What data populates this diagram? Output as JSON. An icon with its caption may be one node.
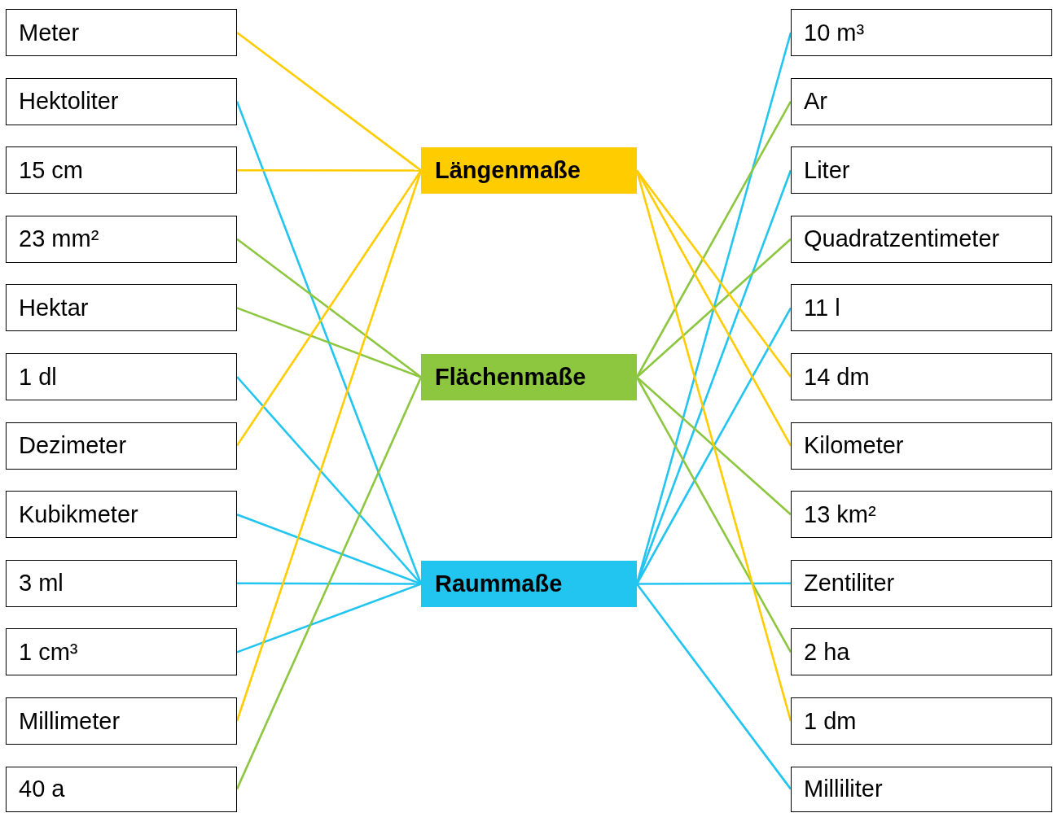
{
  "diagram": {
    "nodes": [
      {
        "text": [
          "Meter"
        ]
      },
      {
        "text": [
          "Hektoliter"
        ]
      },
      {
        "text": [
          "15 cm"
        ]
      },
      {
        "text": [
          "23 mm²"
        ]
      },
      {
        "text": [
          "Hektar"
        ]
      },
      {
        "text": [
          "1 dl"
        ]
      },
      {
        "text": [
          "Dezimeter"
        ]
      },
      {
        "text": [
          "Kubikmeter"
        ]
      },
      {
        "text": [
          "3 ml"
        ]
      },
      {
        "text": [
          "1 cm³"
        ]
      },
      {
        "text": [
          "Millimeter"
        ]
      },
      {
        "text": [
          "40 a"
        ]
      },
      {
        "text": [
          "Längenmaße"
        ]
      },
      {
        "text": [
          "Flächenmaße"
        ]
      },
      {
        "text": [
          "Raummaße"
        ]
      },
      {
        "text": [
          "10 m³"
        ]
      },
      {
        "text": [
          "Ar"
        ]
      },
      {
        "text": [
          "Liter"
        ]
      },
      {
        "text": [
          "Quadratzentimeter"
        ]
      },
      {
        "text": [
          "11 l"
        ]
      },
      {
        "text": [
          "14 dm"
        ]
      },
      {
        "text": [
          "Kilometer"
        ]
      },
      {
        "text": [
          "13 km²"
        ]
      },
      {
        "text": [
          "Zentiliter"
        ]
      },
      {
        "text": [
          "2 ha"
        ]
      },
      {
        "text": [
          "1 dm"
        ]
      },
      {
        "text": [
          "Milliliter"
        ]
      }
    ],
    "edges": [
      {
        "from": 0,
        "to": 12,
        "arrow": "none",
        "color": "#ffcc00"
      },
      {
        "from": 1,
        "to": 14,
        "arrow": "none"
      },
      {
        "from": 2,
        "to": 12,
        "arrow": "none",
        "color": "#ffcc00"
      },
      {
        "from": 3,
        "to": 13,
        "arrow": "none",
        "color": "#8dc63f"
      },
      {
        "from": 4,
        "to": 13,
        "arrow": "none",
        "color": "#8dc63f"
      },
      {
        "from": 5,
        "to": 14,
        "arrow": "none"
      },
      {
        "from": 6,
        "to": 12,
        "arrow": "none",
        "color": "#ffcc00"
      },
      {
        "from": 7,
        "to": 14,
        "arrow": "none"
      },
      {
        "from": 8,
        "to": 14,
        "arrow": "none"
      },
      {
        "from": 9,
        "to": 14,
        "arrow": "none"
      },
      {
        "from": 10,
        "to": 12,
        "arrow": "none",
        "color": "#ffcc00"
      },
      {
        "from": 11,
        "to": 13,
        "arrow": "none",
        "color": "#8dc63f"
      },
      {
        "from": 15,
        "to": 14,
        "arrow": "none"
      },
      {
        "from": 16,
        "to": 13,
        "arrow": "none",
        "color": "#8dc63f"
      },
      {
        "from": 17,
        "to": 14,
        "arrow": "none"
      },
      {
        "from": 18,
        "to": 13,
        "arrow": "none",
        "color": "#8dc63f"
      },
      {
        "from": 19,
        "to": 14,
        "arrow": "none"
      },
      {
        "from": 20,
        "to": 12,
        "arrow": "none",
        "color": "#ffcc00"
      },
      {
        "from": 21,
        "to": 12,
        "arrow": "none",
        "color": "#ffcc00"
      },
      {
        "from": 22,
        "to": 13,
        "arrow": "none",
        "color": "#8dc63f"
      },
      {
        "from": 23,
        "to": 14,
        "arrow": "none"
      },
      {
        "from": 24,
        "to": 13,
        "arrow": "none",
        "color": "#8dc63f"
      },
      {
        "from": 25,
        "to": 12,
        "arrow": "none",
        "color": "#ffcc00"
      },
      {
        "from": 26,
        "to": 14,
        "arrow": "none"
      }
    ]
  }
}
